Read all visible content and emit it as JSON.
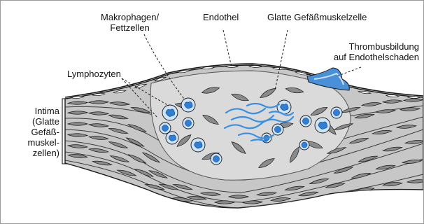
{
  "labels": {
    "macrophages_l1": "Makrophagen/",
    "macrophages_l2": "Fettzellen",
    "endothel": "Endothel",
    "smooth_muscle": "Glatte Gefäßmuskelzelle",
    "thrombus_l1": "Thrombusbildung",
    "thrombus_l2": "auf Endothelschaden",
    "lymphocytes": "Lymphozyten",
    "intima_l1": "Intima",
    "intima_l2": "(Glatte",
    "intima_l3": "Gefäß-",
    "intima_l4": "muskel-",
    "intima_l5": "zellen)"
  },
  "colors": {
    "cell_blue": "#2f7fd6",
    "cell_light": "#cfe3f7",
    "fiber_blue": "#3a8fe0",
    "plaque_grey": "#d7d7d7",
    "layer_grey": "#bdbdbd",
    "muscle_cell": "#8a8a8a",
    "outline": "#1a1a1a"
  }
}
